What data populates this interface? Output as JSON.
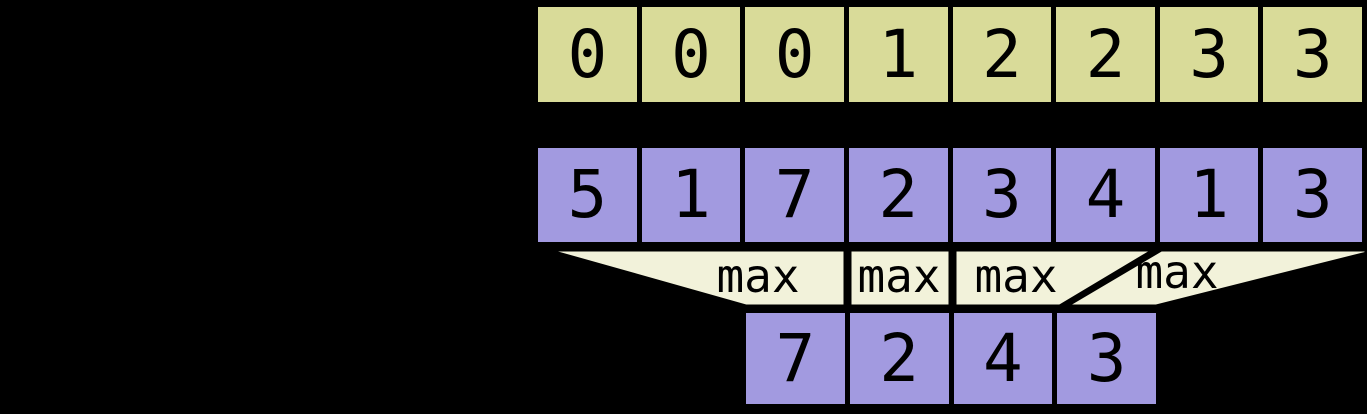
{
  "colors": {
    "background": "#000000",
    "segment_cell": "#d9db99",
    "data_cell": "#a29ae0",
    "funnel": "#f2f2da",
    "line": "#000000",
    "text": "#000000"
  },
  "segment_ids_row": {
    "values": [
      "0",
      "0",
      "0",
      "1",
      "2",
      "2",
      "3",
      "3"
    ]
  },
  "data_row": {
    "values": [
      "5",
      "1",
      "7",
      "2",
      "3",
      "4",
      "1",
      "3"
    ]
  },
  "operations": {
    "labels": [
      "max",
      "max",
      "max",
      "max"
    ]
  },
  "result_row": {
    "values": [
      "7",
      "2",
      "4",
      "3"
    ]
  }
}
